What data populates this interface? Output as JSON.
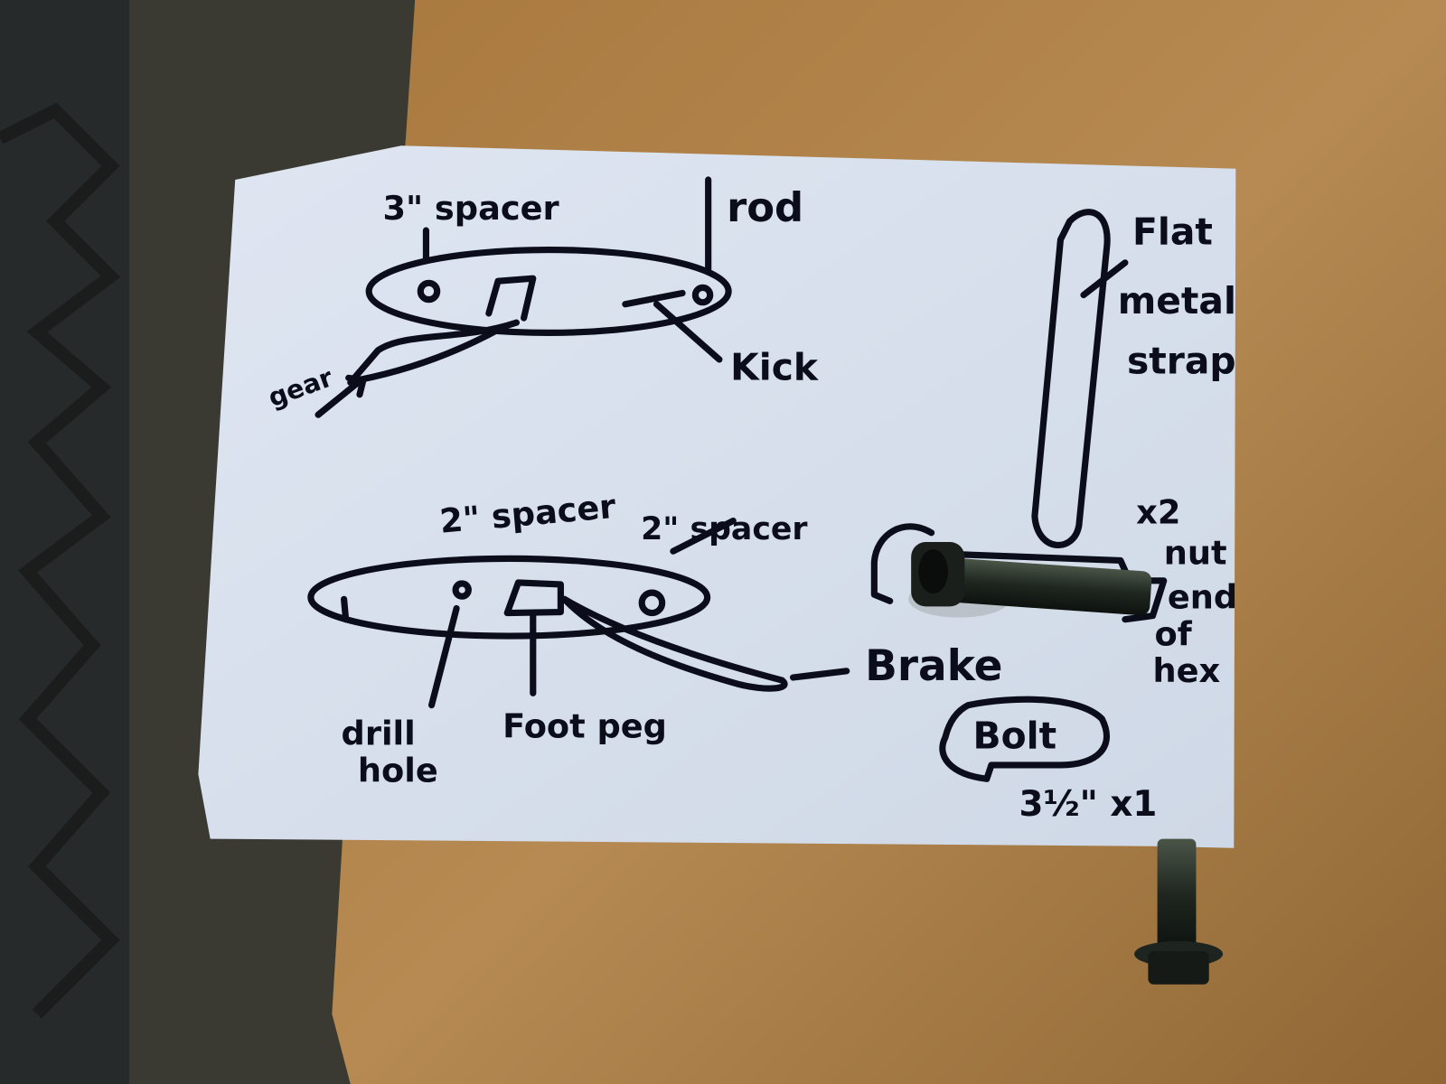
{
  "sketch": {
    "top_part": {
      "spacer_label": "3\" spacer",
      "rod_label": "rod",
      "gear_label": "gear",
      "kick_label": "Kick"
    },
    "bottom_part": {
      "spacer_left_label": "2\" spacer",
      "spacer_right_label": "2\" spacer",
      "brake_label": "Brake",
      "drill_label": "drill",
      "hole_label": "hole",
      "foot_peg_label": "Foot peg"
    },
    "strap": {
      "line1": "Flat",
      "line2": "metal",
      "line3": "strap"
    },
    "bolt_note": {
      "count_top": "x2",
      "nut_line1": "nut",
      "nut_line2": "end",
      "nut_line3": "of",
      "nut_line4": "hex",
      "bolt_label": "Bolt",
      "size_label": "3½\" x1"
    }
  },
  "colors": {
    "ink": "#0b0d1a",
    "paper": "#dde4ef",
    "wood": "#b0834a",
    "mat": "#2a2c2c"
  }
}
